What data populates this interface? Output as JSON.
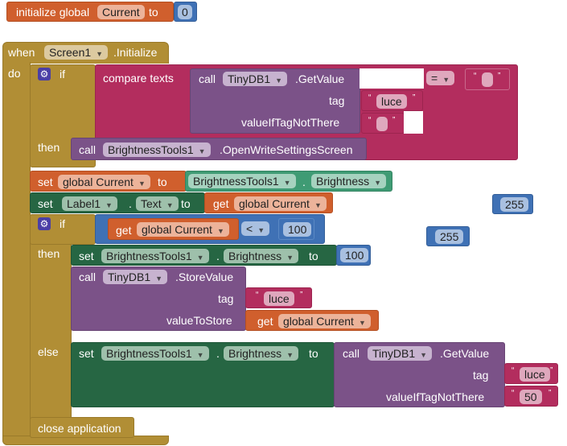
{
  "init_global": {
    "keyword": "initialize global",
    "name": "Current",
    "to": "to",
    "value": "0"
  },
  "event": {
    "when": "when",
    "component": "Screen1",
    "event": ".Initialize",
    "do": "do"
  },
  "if1": {
    "if": "if",
    "then": "then",
    "compare": "compare texts",
    "call": "call",
    "component": "TinyDB1",
    "method": ".GetValue",
    "tag_label": "tag",
    "tag_value": "luce",
    "default_label": "valueIfTagNotThere",
    "default_value": "",
    "operator": "=",
    "compare_value": "",
    "then_call": "call",
    "then_component": "BrightnessTools1",
    "then_method": ".OpenWriteSettingsScreen"
  },
  "set_current": {
    "set": "set",
    "var": "global Current",
    "to": "to",
    "component": "BrightnessTools1",
    "dot": ".",
    "property": "Brightness"
  },
  "set_label": {
    "set": "set",
    "component": "Label1",
    "dot": ".",
    "property": "Text",
    "to": "to",
    "get": "get",
    "var": "global Current"
  },
  "if2": {
    "if": "if",
    "get": "get",
    "var": "global Current",
    "operator": "<",
    "value": "100",
    "then": "then",
    "else": "else",
    "then_set": {
      "set": "set",
      "component": "BrightnessTools1",
      "dot": ".",
      "property": "Brightness",
      "to": "to",
      "value": "100"
    },
    "store": {
      "call": "call",
      "component": "TinyDB1",
      "method": ".StoreValue",
      "tag_label": "tag",
      "tag_value": "luce",
      "value_label": "valueToStore",
      "get": "get",
      "var": "global Current"
    },
    "else_set": {
      "set": "set",
      "component": "BrightnessTools1",
      "dot": ".",
      "property": "Brightness",
      "to": "to",
      "call": "call",
      "call_component": "TinyDB1",
      "method": ".GetValue",
      "tag_label": "tag",
      "tag_value": "luce",
      "default_label": "valueIfTagNotThere",
      "default_value": "50"
    }
  },
  "close": {
    "label": "close application"
  },
  "floating": [
    {
      "value": "255"
    },
    {
      "value": "255"
    }
  ]
}
